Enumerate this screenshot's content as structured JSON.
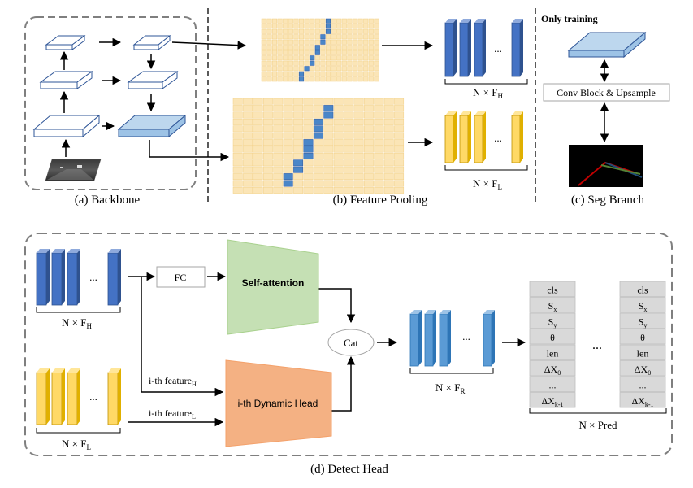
{
  "sections": {
    "backbone": "(a) Backbone",
    "feature_pooling": "(b) Feature Pooling",
    "seg_branch": "(c) Seg Branch",
    "detect_head": "(d) Detect Head"
  },
  "seg": {
    "only_training": "Only training",
    "conv_block": "Conv Block & Upsample"
  },
  "labels": {
    "n_times": "N × F",
    "sub_H": "H",
    "sub_L": "L",
    "sub_R": "R",
    "ellipsis": "...",
    "n_pred": "N × Pred"
  },
  "detect": {
    "fc": "FC",
    "self_attention": "Self-attention",
    "dynamic_head": "i-th Dynamic Head",
    "cat": "Cat",
    "ith_feature": "i-th feature",
    "sub_H": "H",
    "sub_L": "L",
    "pred_ellipsis": "..."
  },
  "pred_rows": [
    {
      "main": "cls",
      "sub": ""
    },
    {
      "main": "S",
      "sub": "x"
    },
    {
      "main": "S",
      "sub": "y"
    },
    {
      "main": "θ",
      "sub": ""
    },
    {
      "main": "len",
      "sub": ""
    },
    {
      "main": "ΔX",
      "sub": "0"
    },
    {
      "main": "...",
      "sub": ""
    },
    {
      "main": "ΔX",
      "sub": "k-1"
    }
  ],
  "colors": {
    "blue_bar": "#4472C4",
    "yellow_bar": "#FFD966",
    "teal_bar": "#5B9BD5",
    "grid_cell": "#FBE5B6",
    "grid_highlight": "#4A86C8",
    "self_attention_fill": "#C5E0B4",
    "dynamic_head_fill": "#F4B183",
    "pred_fill": "#D9D9D9",
    "plate_fill": "#BDD7EE"
  }
}
